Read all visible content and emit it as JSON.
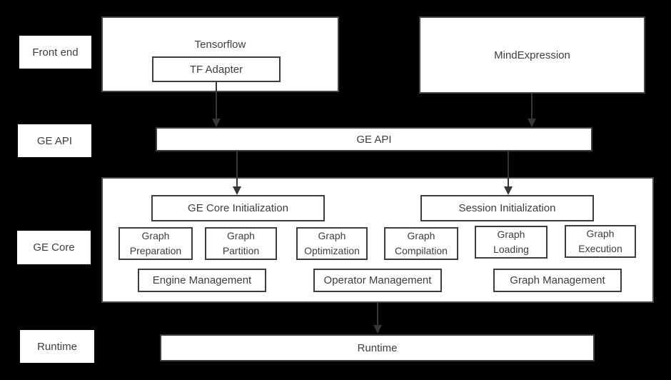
{
  "colors": {
    "background": "#000000",
    "box_fill": "#ffffff",
    "border": "#3d3d3d",
    "text": "#3d3d3d",
    "arrow": "#363636"
  },
  "row_labels": {
    "front_end": "Front end",
    "ge_api": "GE API",
    "ge_core": "GE Core",
    "runtime": "Runtime"
  },
  "front_end": {
    "tensorflow": "Tensorflow",
    "tf_adapter": "TF Adapter",
    "mind_expression": "MindExpression"
  },
  "ge_api": {
    "label": "GE API"
  },
  "ge_core": {
    "init_left": "GE Core Initialization",
    "init_right": "Session Initialization",
    "stages": [
      "Graph\nPreparation",
      "Graph\nPartition",
      "Graph\nOptimization",
      "Graph\nCompilation",
      "Graph\nLoading",
      "Graph\nExecution"
    ],
    "managers": [
      "Engine Management",
      "Operator Management",
      "Graph Management"
    ]
  },
  "runtime": {
    "label": "Runtime"
  }
}
